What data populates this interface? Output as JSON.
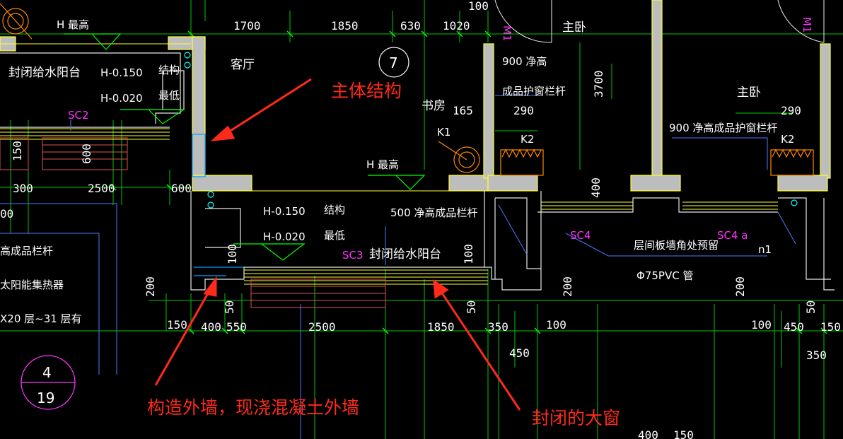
{
  "annotations": {
    "main_structure": "主体结构",
    "construction_wall": "构造外墙，现浇混凝土外墙",
    "closed_window": "封闭的大窗"
  },
  "rooms": {
    "living": "客厅",
    "study": "书房",
    "master_bed_1": "主卧",
    "master_bed_2": "主卧"
  },
  "labels": {
    "h_max_1": "H 最高",
    "h_max_2": "H 最高",
    "balcony_top_left": "封闭给水阳台",
    "balcony_center": "封闭给水阳台",
    "h_0150_a": "H-0.150",
    "h_0020_a": "H-0.020",
    "h_0150_b": "H-0.150",
    "h_0020_b": "H-0.020",
    "struct_min_a1": "结构",
    "struct_min_a2": "最低",
    "struct_min_b1": "结构",
    "struct_min_b2": "最低",
    "rail_900_a": "900  净高",
    "rail_900_a2": "成品护窗栏杆",
    "rail_900_b": "900  净高成品护窗栏杆",
    "rail_500": "500  净高成品栏杆",
    "railing_left": "高成品栏杆",
    "solar": "太阳能集热器",
    "floors": "X20 层~31 层有",
    "slab_corner": "层间板墙角处预留",
    "pvc": "Φ75PVC  管",
    "k1": "K1",
    "k2_a": "K2",
    "k2_b": "K2",
    "n1": "n1",
    "sc2": "SC2",
    "sc3": "SC3",
    "sc4": "SC4",
    "sc4a": "SC4 a",
    "m1_a": "M1",
    "m1_b": "M1",
    "grid_7": "7",
    "detail_top": "4",
    "detail_bottom": "19"
  },
  "dimensions": {
    "top": [
      "1700",
      "1850",
      "630",
      "1020",
      "100"
    ],
    "d165": "165",
    "d290_a": "290",
    "d290_b": "290",
    "d3700": "3700",
    "d400": "400",
    "mid_left": [
      "300",
      "2500",
      "600"
    ],
    "left_vertical": [
      "150",
      "600"
    ],
    "d100_left": "100",
    "d100_a": "100",
    "d100_b": "100",
    "d00": "00",
    "bottom": [
      "150",
      "400",
      "550",
      "2500",
      "1850",
      "350",
      "100",
      "100",
      "450",
      "150"
    ],
    "d450": "450",
    "d350": "350",
    "d200": [
      "200",
      "200",
      "200"
    ],
    "d50": [
      "50",
      "50",
      "50"
    ],
    "bottom_edge": [
      "400",
      "150"
    ]
  },
  "colors": {
    "background": "#000000",
    "wall": "#cccccc",
    "wall_outline": "#ffff33",
    "dimension": "#00ff00",
    "grid": "#00ff00",
    "magenta": "#ff33ff",
    "cyan": "#00ffff",
    "red": "#ff2a1a",
    "orange": "#ff8800",
    "blue": "#4a7bff"
  }
}
